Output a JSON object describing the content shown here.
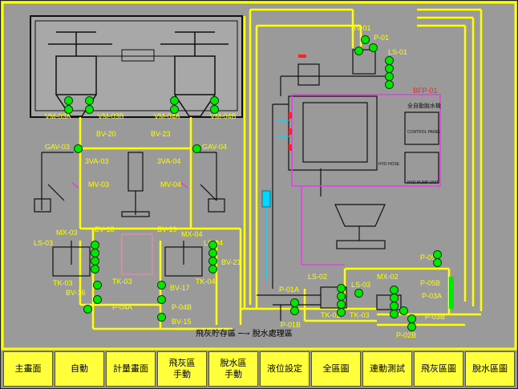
{
  "nav": [
    {
      "label": "主畫面"
    },
    {
      "label": "自動"
    },
    {
      "label": "計量畫面"
    },
    {
      "label": "飛灰區\n手動"
    },
    {
      "label": "脫水區\n手動"
    },
    {
      "label": "液位設定"
    },
    {
      "label": "全區圖"
    },
    {
      "label": "連動測試"
    },
    {
      "label": "飛灰區圖"
    },
    {
      "label": "脫水區圖"
    }
  ],
  "labels": {
    "bv01": "BV-01",
    "p01": "P-01",
    "ls01": "LS-01",
    "bfp01": "BFP-01",
    "vm03a": "VM-03A",
    "vm03b": "VM-03B",
    "vm04a": "VM-04A",
    "vm04b": "VM-04B",
    "bv20": "BV-20",
    "bv23": "BV-23",
    "gav03": "GAV-03",
    "gav04": "GAV-04",
    "va03": "3VA-03",
    "va04": "3VA-04",
    "mv03": "MV-03",
    "mv04": "MV-04",
    "mx03": "MX-03",
    "bv18": "BV-18",
    "ls03": "LS-03",
    "bv19": "BV-19",
    "mx04": "MX-04",
    "ls04": "LS-04",
    "tk03": "TK-03",
    "tk04": "TK-04",
    "tk03b": "TK-03",
    "bv21": "BV-21",
    "bv16": "BV-16",
    "bv17": "BV-17",
    "p04a": "P-04A",
    "p04b": "P-04B",
    "bv15": "BV-15",
    "p01a": "P-01A",
    "p01b": "P-01B",
    "ls02": "LS-02",
    "ls03r": "LS-03",
    "mx02": "MX-02",
    "tk02": "TK-02",
    "tk03r": "TK-03",
    "p05a": "P-05A",
    "p05b": "P-05B",
    "p03a": "P-03A",
    "p03b": "P-03B",
    "p02b": "P-02B",
    "flow_label": "飛灰貯存區 ─→ 脫水處理區",
    "panel_title": "全自動脫水機",
    "control_panel": "CONTROL PANEL",
    "hyd_unit": "HYD PUMP UNIT",
    "hyd_hose": "HYD HOSE"
  },
  "colors": {
    "background": "#9a9a9a",
    "pipe_yellow": "#ffff00",
    "lamp_green": "#00e800",
    "button_yellow": "#ffff3c",
    "line_dark": "#101010",
    "alarm_red": "#ff2020",
    "pipe_magenta": "#e040e0",
    "pipe_cyan": "#00d8ff",
    "pink_frame": "#ff88aa"
  }
}
